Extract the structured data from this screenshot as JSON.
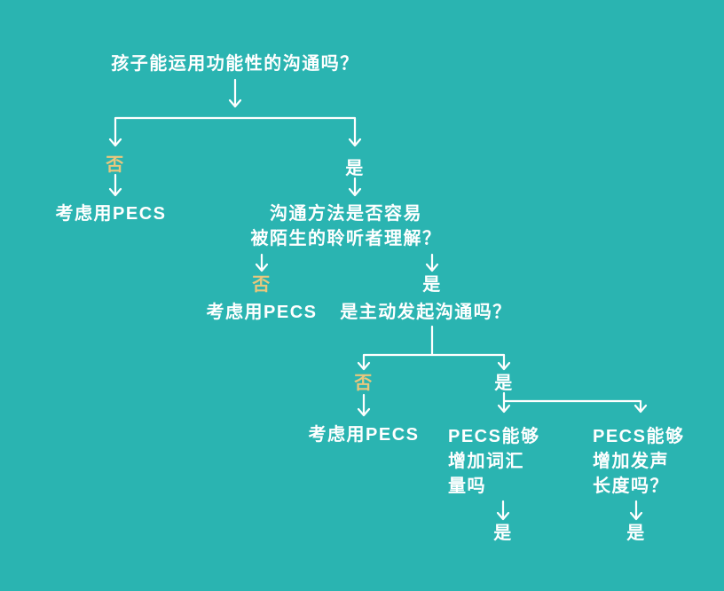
{
  "colors": {
    "background": "#2ab4b1",
    "line": "#ffffff",
    "text": "#ffffff",
    "no_accent": "#e9c77d"
  },
  "flow": {
    "q1": {
      "text": "孩子能运用功能性的沟通吗？",
      "no": {
        "label": "否",
        "outcome": "考虑用PECS"
      },
      "yes": {
        "label": "是",
        "q2": {
          "line1": "沟通方法是否容易",
          "line2": "被陌生的聆听者理解？",
          "no": {
            "label": "否",
            "outcome": "考虑用PECS"
          },
          "yes": {
            "label": "是",
            "q3": {
              "text": "是主动发起沟通吗？",
              "no": {
                "label": "否",
                "outcome": "考虑用PECS"
              },
              "yes": {
                "label": "是",
                "q4a": {
                  "line1": "PECS能够",
                  "line2": "增加词汇",
                  "line3": "量吗",
                  "answer": "是"
                },
                "q4b": {
                  "line1": "PECS能够",
                  "line2": "增加发声",
                  "line3": "长度吗？",
                  "answer": "是"
                }
              }
            }
          }
        }
      }
    }
  }
}
